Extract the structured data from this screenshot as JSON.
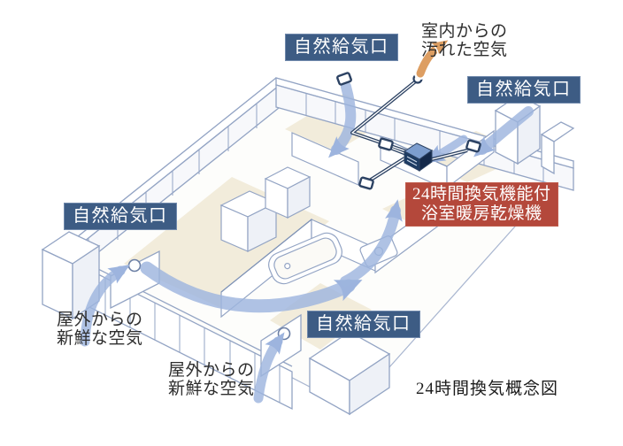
{
  "labels": {
    "natural_supply_port": "自然給気口",
    "indoor_dirty_air_line1": "室内からの",
    "indoor_dirty_air_line2": "汚れた空気",
    "outdoor_fresh_air_line1": "屋外からの",
    "outdoor_fresh_air_line2": "新鮮な空気",
    "bath_unit_line1": "24時間換気機能付",
    "bath_unit_line2": "浴室暖房乾燥機",
    "caption": "24時間換気概念図"
  },
  "colors": {
    "supply_label_bg": "#3d5c84",
    "unit_label_bg": "#b4483b",
    "label_text": "#ffffff",
    "body_text": "#2e2e2e",
    "airflow_arrow": "#9db4de",
    "exhaust_arrow": "#dd9e62",
    "wall_line": "#93a4c4",
    "floor_tint": "#f2ecdb",
    "duct_line": "#2c4263",
    "unit_body": "#1e3c63"
  },
  "diagram": {
    "type": "isometric-floor-plan",
    "subject": "24-hour ventilation concept of an apartment",
    "air_inlets": 4,
    "exhaust_outlets": 1
  }
}
